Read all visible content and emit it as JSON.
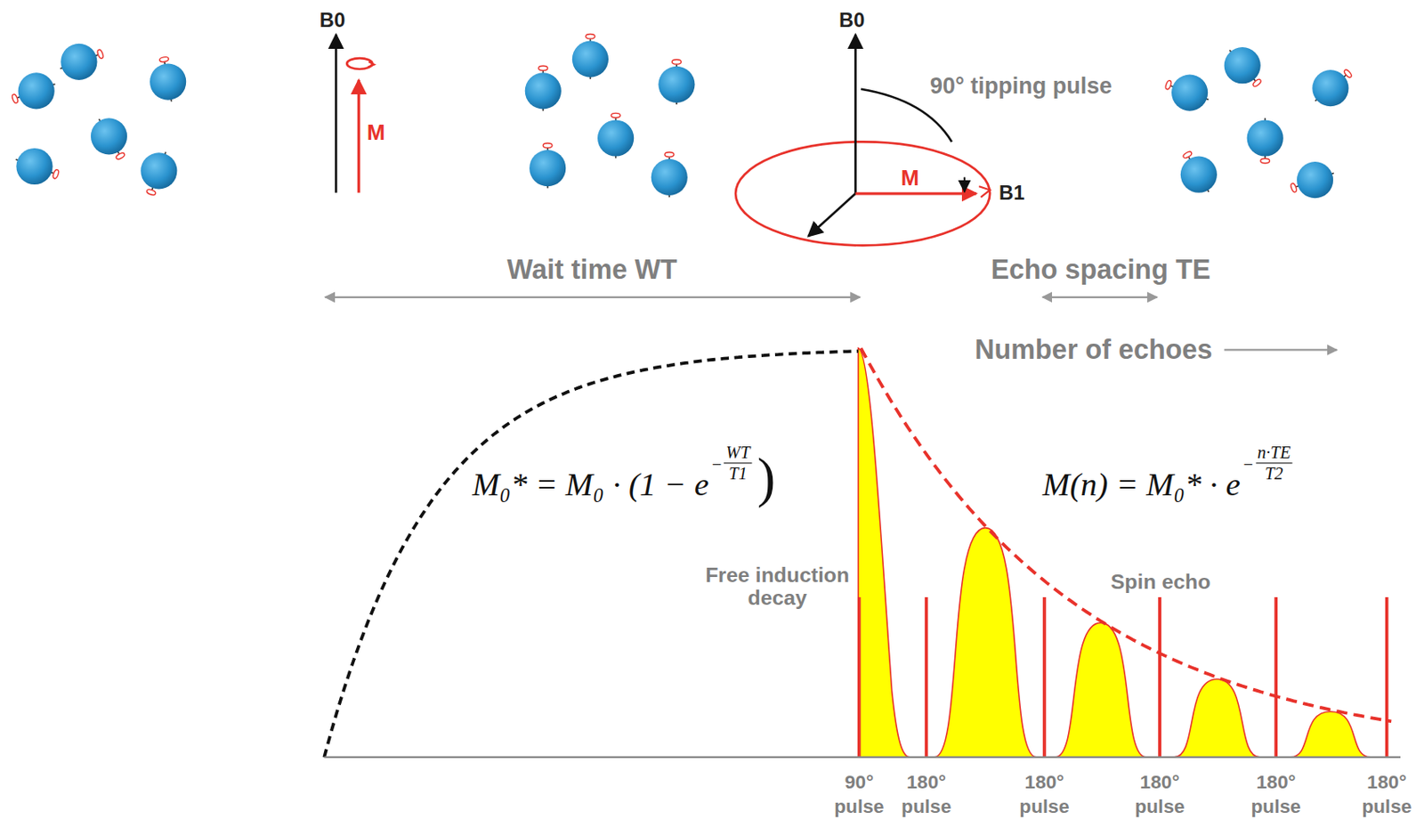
{
  "diagram": {
    "labels": [
      "B0",
      "M",
      "B0",
      "90° tipping pulse",
      "M",
      "B1",
      "Wait time WT",
      "Echo spacing TE",
      "Number of echoes",
      "M₀* = M₀ · (1 − e",
      "−",
      "WT",
      "T1",
      ")",
      "M(n) = M₀* · e",
      "−",
      "n·TE",
      "T2",
      "Free induction decay",
      "Spin echo",
      "90° pulse",
      "180° pulse",
      "180° pulse",
      "180° pulse",
      "180° pulse",
      "180° pulse"
    ]
  }
}
